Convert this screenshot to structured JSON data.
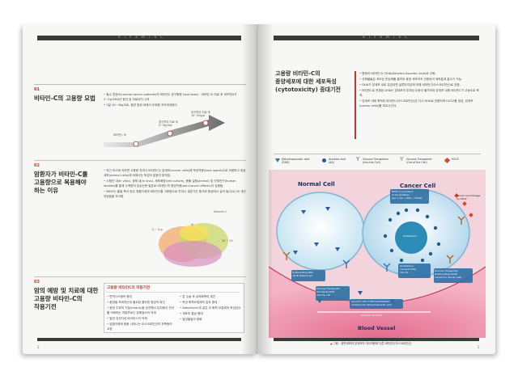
{
  "left": {
    "header_text": "V i t a m i n   C",
    "sec1": {
      "num": "01",
      "title": "비타민-C의 고용량 요법",
      "bullets": [
        "필수 영양소(normal cancer patients)의 비타민C 경구용량 (oral dose) : 비타민 IV 치료 후 비타민D가 2~5g DHA간 동안 효 치료되지 시작",
        "1일 10~30g으로, 종양 범위 내에서 우위형 지속하세한다"
      ],
      "chart_labels": {
        "l1": "비타민C IV",
        "l2": "경구투여 치료 후\n2~5g/day",
        "l3": "정구투여 치료 후\n10~30g/d"
      }
    },
    "sec2": {
      "num": "02",
      "title": "암환자가 비타민-C를\n고용량으로 복용해야\n하는 이유",
      "bullets": [
        "최근 보고에 의하면 고용량 투여시 비타민C는 암세포(cancer cells)에 독성작용(toxic agent)으로 작용하고 정상세포(normal cells)에 대해서는 독성이 없음이 밝혀짐.",
        "시험관 내(in vitro), 생체 내(in vivo), 세포배양(cell culture), 종물 실험(animal) 및 인체연구(human studies)를 통해 수백편의 임상논문 발표로 비타민C의 항암작용(anti-cancer effects)이 입증됨.",
        "WHO는 물질 복사 등은 정통자에게 비타민C를 고용량으로 투여시 생존기간 증가와 증상에서 실의 질(QOL)이 개선되었음을 보고함."
      ],
      "venn": {
        "a": "Vitamin C",
        "b": "2 ~ 4 g",
        "c": "IV",
        "d": "10 ~ 15"
      }
    },
    "sec3": {
      "num": "03",
      "title": "암의 예방 및 치료에 대한\n고용량 비타민-C의\n작용기전",
      "box_title": "고용량 비타민C의 작용기전",
      "col1": [
        "면역시스템의 증대",
        "종양을 포위하는데 필요한 콜라겐 형성의 촉진",
        "종양 주위의 기질(matrix)을 공전해서 유지해서 전이를 억제하는 히알루로닌 분해효소의 억제",
        "발암 유전자성 바이러스의 억제",
        "암환자에게 종종 나타나는 아스코르빈산의 부족증의 교정"
      ],
      "col2": [
        "암 수술 후 상처회복의 촉진",
        "독성 화학요법제의 효과 증대",
        "Adriamycin과 같은 더 화학 요법제의 독성감소",
        "세포의 통상 증대",
        "발암물질의 중화"
      ]
    },
    "page_number": "2"
  },
  "right": {
    "header_text": "V i t a m i n   C",
    "title": "고용량 비타민-C의\n종양세포에 대한 세포독성\n(cytotoxicity) 증대기전",
    "bullets": [
      "활동의 비타민C는 DHA(Dehydro Ascorbic Acid)로 산화.",
      "산화물들은 포도당 운송체를 통하여 종양 세포까지 전환되어 재하흡계 흡으가 가능.",
      "DHA가 암세포 내로 유입되면 글루타치온에 의해 비타민C(아스코르빈산)로 전환.",
      "비타민C로 전환된 DHA는 암세포의 투과성 이동이 불가하여 암세포 내에 비타민C가 고농도로 축적.",
      "암세포 내에 축적된 비타민C(아스코르빈산)은 다시 DHA로 전환되며 H2O2를 생성, 암세포(cancer cells)를 파괴시킨다."
    ],
    "legend": [
      {
        "name": "Dehydroascorbic acid\n(DHA)",
        "color": "#3a6fb0"
      },
      {
        "name": "Ascorbic acid\n(AA)",
        "color": "#2255aa"
      },
      {
        "name": "Glucose Transporter\n(Into the Cell)",
        "color": "#3a6fb0"
      },
      {
        "name": "Glucose Transporter\n(Out of the Cell)",
        "color": "#b5651d"
      },
      {
        "name": "H2O2",
        "color": "#d9442c"
      }
    ],
    "diagram": {
      "normal_cell": "Normal Cell",
      "cancer_cell": "Cancer Cell",
      "blood_vessel": "Blood Vessel",
      "h2o2_note": "H2O2 is a product\nof AA oxidation\n(AA + O2 → DHA + H2O2)",
      "damage_note": "Cancer Cell damage\nby H2O2",
      "glutathione": "Glutathione",
      "glutathione_note": "Glutathione\nconverts DHA\ninto AA",
      "outbound": "Outbounding DHA\nvia Bi Rasent cell",
      "gt_transport": "Glucose Transporter\nTransports DHA\ninto the cell",
      "gt_out": "Glucose Transporter\nOutbounding AA/At\nout and to cancer cells",
      "vessel_note": "Ascorbic acid in the bloodstream\noxidizes into dehydroascorbic acid",
      "ascorbic_label": "Ascorbic acid (AA)"
    },
    "caption": "그림 : 정면세포와 암세포의 대사작용에 다른 비타민C(아스코르빈산)",
    "page_number": "3"
  }
}
